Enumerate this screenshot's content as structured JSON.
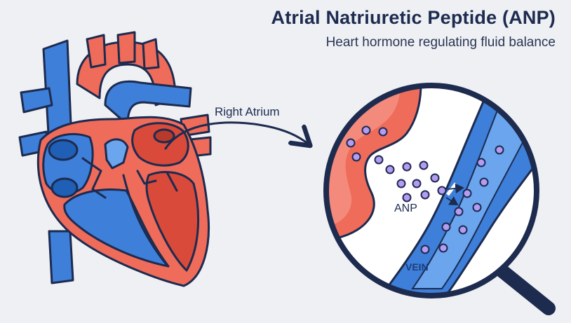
{
  "header": {
    "title": "Atrial Natriuretic Peptide (ANP)",
    "subtitle": "Heart hormone regulating fluid balance"
  },
  "labels": {
    "right_atrium": "Right Atrium",
    "anp": "ANP",
    "vein": "VEIN"
  },
  "colors": {
    "background": "#eef0f4",
    "outline": "#1d2b4f",
    "artery_red": "#ef6b5a",
    "chamber_red": "#d94a3b",
    "vein_blue": "#3d7fd9",
    "vein_light_blue": "#6aa5ee",
    "dark_blue": "#1f5fb5",
    "molecule_purple": "#b59bf2"
  },
  "icons": {
    "heart": "heart-illustration",
    "magnifier": "magnifying-glass-icon",
    "arrow": "curved-arrow-icon",
    "molecule": "anp-molecule-dot"
  }
}
